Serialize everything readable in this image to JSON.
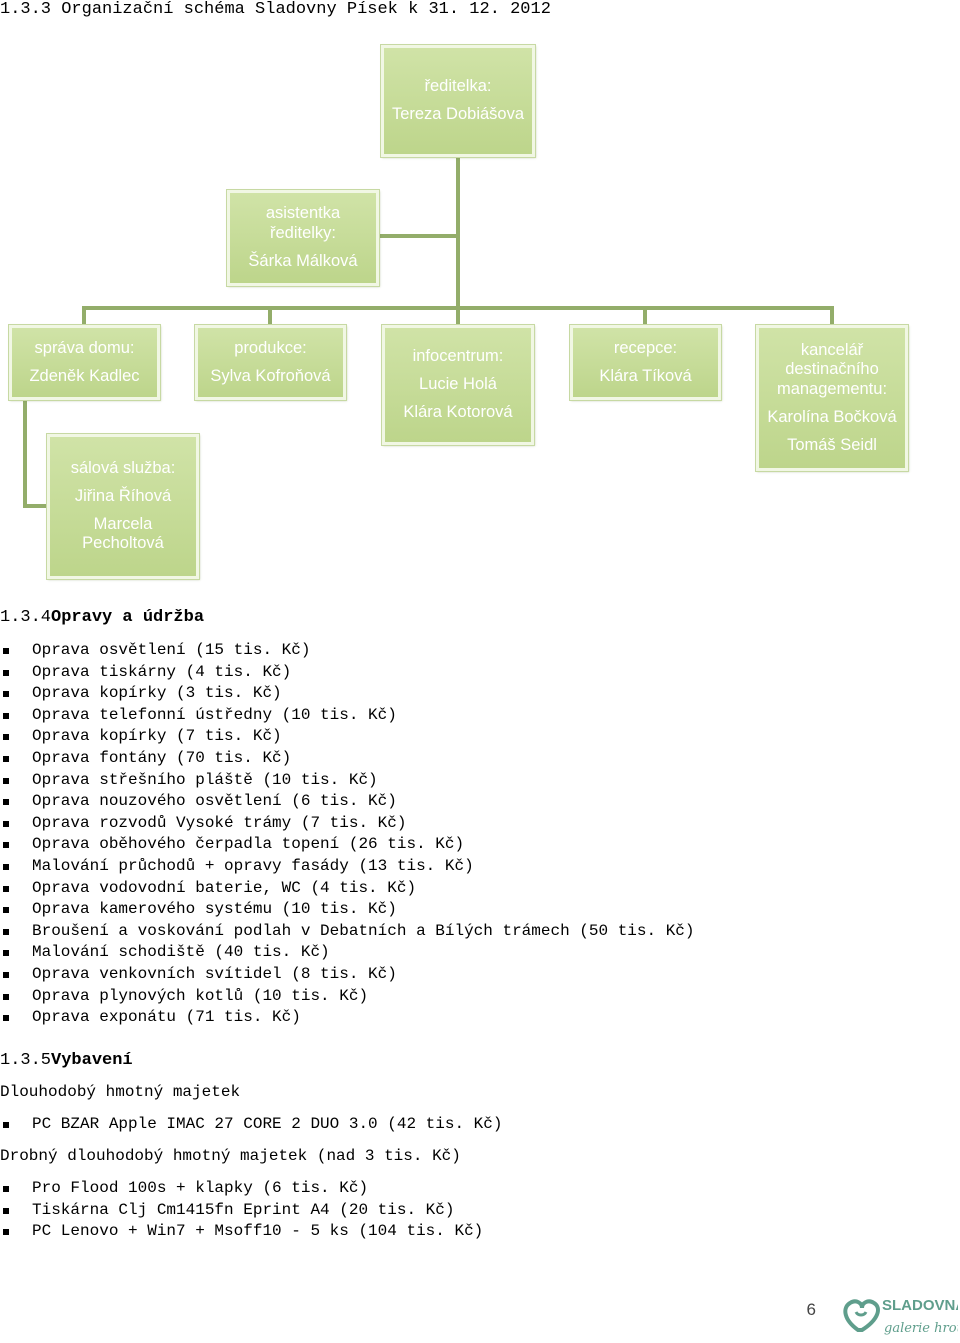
{
  "section1": {
    "number": "1.3.3",
    "title": "Organizační schéma Sladovny Písek k 31. 12. 2012"
  },
  "org_chart": {
    "director": {
      "role": "ředitelka:",
      "names": [
        "Tereza Dobiášova"
      ]
    },
    "assistant": {
      "role_line1": "asistentka",
      "role_line2": "ředitelky:",
      "names": [
        "Šárka Málková"
      ]
    },
    "departments": [
      {
        "role": "správa domu:",
        "names": [
          "Zdeněk Kadlec"
        ]
      },
      {
        "role": "produkce:",
        "names": [
          "Sylva Kofroňová"
        ]
      },
      {
        "role": "infocentrum:",
        "names": [
          "Lucie Holá",
          "Klára Kotorová"
        ]
      },
      {
        "role": "recepce:",
        "names": [
          "Klára Tíková"
        ]
      },
      {
        "role_line1": "kancelář",
        "role_line2": "destinačního",
        "role_line3": "managementu:",
        "names": [
          "Karolína Bočková",
          "Tomáš Seidl"
        ]
      }
    ],
    "hall_service": {
      "role": "sálová služba:",
      "names": [
        "Jiřina Říhová",
        "Marcela",
        "Pecholtová"
      ]
    }
  },
  "section2": {
    "number": "1.3.4",
    "title": "Opravy a údržba"
  },
  "repairs": [
    "Oprava osvětlení (15 tis. Kč)",
    "Oprava tiskárny (4 tis. Kč)",
    "Oprava kopírky (3 tis. Kč)",
    "Oprava telefonní ústředny (10 tis. Kč)",
    "Oprava kopírky (7 tis. Kč)",
    "Oprava fontány (70 tis. Kč)",
    "Oprava střešního pláště (10 tis. Kč)",
    "Oprava nouzového osvětlení (6 tis. Kč)",
    "Oprava rozvodů Vysoké trámy (7 tis. Kč)",
    "Oprava oběhového čerpadla topení (26 tis. Kč)",
    "Malování průchodů + opravy fasády (13 tis. Kč)",
    "Oprava vodovodní baterie, WC (4 tis. Kč)",
    "Oprava kamerového systému (10 tis. Kč)",
    "Broušení a voskování podlah v Debatních a Bílých trámech (50 tis. Kč)",
    "Malování schodiště (40 tis. Kč)",
    "Oprava venkovních svítidel (8 tis. Kč)",
    "Oprava plynových kotlů (10 tis. Kč)",
    "Oprava exponátu (71 tis. Kč)"
  ],
  "section3": {
    "number": "1.3.5",
    "title": "Vybavení"
  },
  "equipment": {
    "long_term_label": "Dlouhodobý hmotný majetek",
    "long_term_items": [
      "PC BZAR Apple IMAC 27 CORE 2 DUO 3.0 (42 tis. Kč)"
    ],
    "small_label": "Drobný dlouhodobý hmotný majetek (nad 3 tis. Kč)",
    "small_items": [
      "Pro Flood 100s + klapky (6 tis. Kč)",
      "Tiskárna Clj Cm1415fn Eprint A4 (20 tis. Kč)",
      "PC Lenovo + Win7 + Msoff10 - 5 ks (104 tis. Kč)"
    ]
  },
  "footer": {
    "page_number": "6",
    "logo_text": "SLADOVNA",
    "logo_subtext": "galerie hrou"
  },
  "colors": {
    "box_fill": "#c4da95",
    "connector": "#93ad6a",
    "box_text": "#ffffff"
  }
}
